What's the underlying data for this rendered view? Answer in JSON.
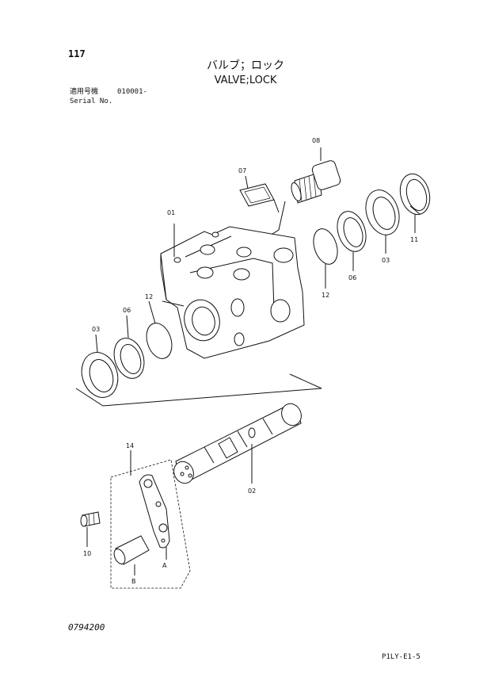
{
  "header": {
    "page_number": "117",
    "title_jp": "バルブ；ロック",
    "title_en": "VALVE;LOCK",
    "serial_label_jp": "適用号機",
    "serial_value": "010001-",
    "serial_label_en": "Serial No."
  },
  "footer": {
    "document_number": "0794200",
    "sheet_ref": "P1LY-E1-5"
  },
  "callouts": {
    "c01": "01",
    "c02": "02",
    "c03_left": "03",
    "c03_right": "03",
    "c06_left": "06",
    "c06_right": "06",
    "c07": "07",
    "c08": "08",
    "c10": "10",
    "c11": "11",
    "c12_left": "12",
    "c12_right": "12",
    "c14": "14",
    "cA": "A",
    "cB": "B"
  }
}
